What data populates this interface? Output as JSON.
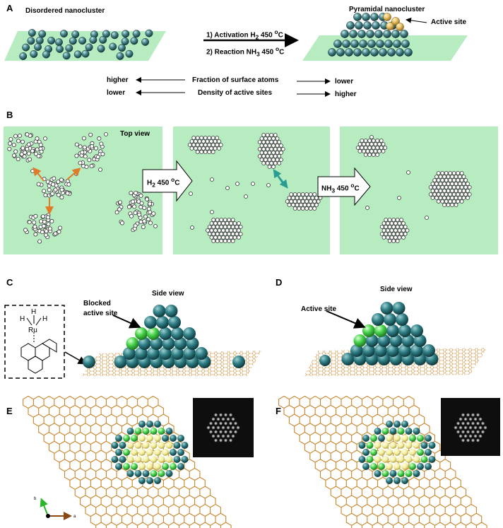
{
  "colors": {
    "substrate": "#b6ecc0",
    "atom_teal": "#2f6e73",
    "atom_active": "#e8c16a",
    "atom_green": "#46d24a",
    "atom_yellow": "#f4f0a0",
    "lattice": "#c9852c"
  },
  "panel_a": {
    "label": "A",
    "left_title": "Disordered nanocluster",
    "right_title": "Pyramidal nanocluster",
    "active_site": "Active site",
    "step1_prefix": "1) Activation H",
    "step1_sub": "2",
    "step1_suffix": " 450 ",
    "step1_unit": "C",
    "step2_prefix": "2) Reaction NH",
    "step2_sub": "3",
    "step2_suffix": " 450 ",
    "step2_unit": "C",
    "degree_sup": "o",
    "row1_left": "higher",
    "row1_center": "Fraction of surface atoms",
    "row1_right": "lower",
    "row2_left": "lower",
    "row2_center": "Density of active sites",
    "row2_right": "higher"
  },
  "panel_b": {
    "label": "B",
    "top_view": "Top view",
    "arrow1_prefix": "H",
    "arrow1_sub": "2",
    "arrow1_suffix": " 450 ",
    "arrow1_unit": "C",
    "arrow2_prefix": "NH",
    "arrow2_sub": "3",
    "arrow2_suffix": " 450 ",
    "arrow2_unit": "C",
    "degree_sup": "o"
  },
  "panel_c": {
    "label": "C",
    "side_view": "Side view",
    "blocked_line1": "Blocked",
    "blocked_line2": "active site",
    "mol_h": "H",
    "mol_ru": "Ru"
  },
  "panel_d": {
    "label": "D",
    "side_view": "Side view",
    "active_site": "Active site"
  },
  "panel_e": {
    "label": "E",
    "axis_b": "b",
    "axis_a": "a"
  },
  "panel_f": {
    "label": "F"
  }
}
